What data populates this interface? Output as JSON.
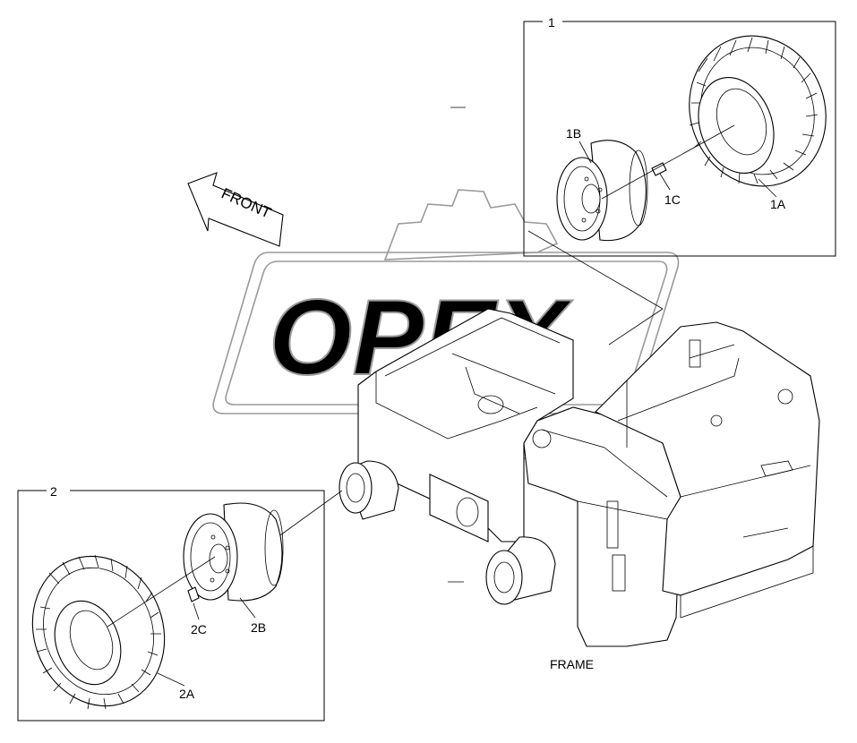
{
  "diagram": {
    "front_label": "FRONT",
    "frame_label": "FRAME",
    "watermark": "OPEX",
    "group1": {
      "number": "1",
      "tire": "1A",
      "rim": "1B",
      "valve": "1C"
    },
    "group2": {
      "number": "2",
      "tire": "2A",
      "rim": "2B",
      "valve": "2C"
    }
  }
}
